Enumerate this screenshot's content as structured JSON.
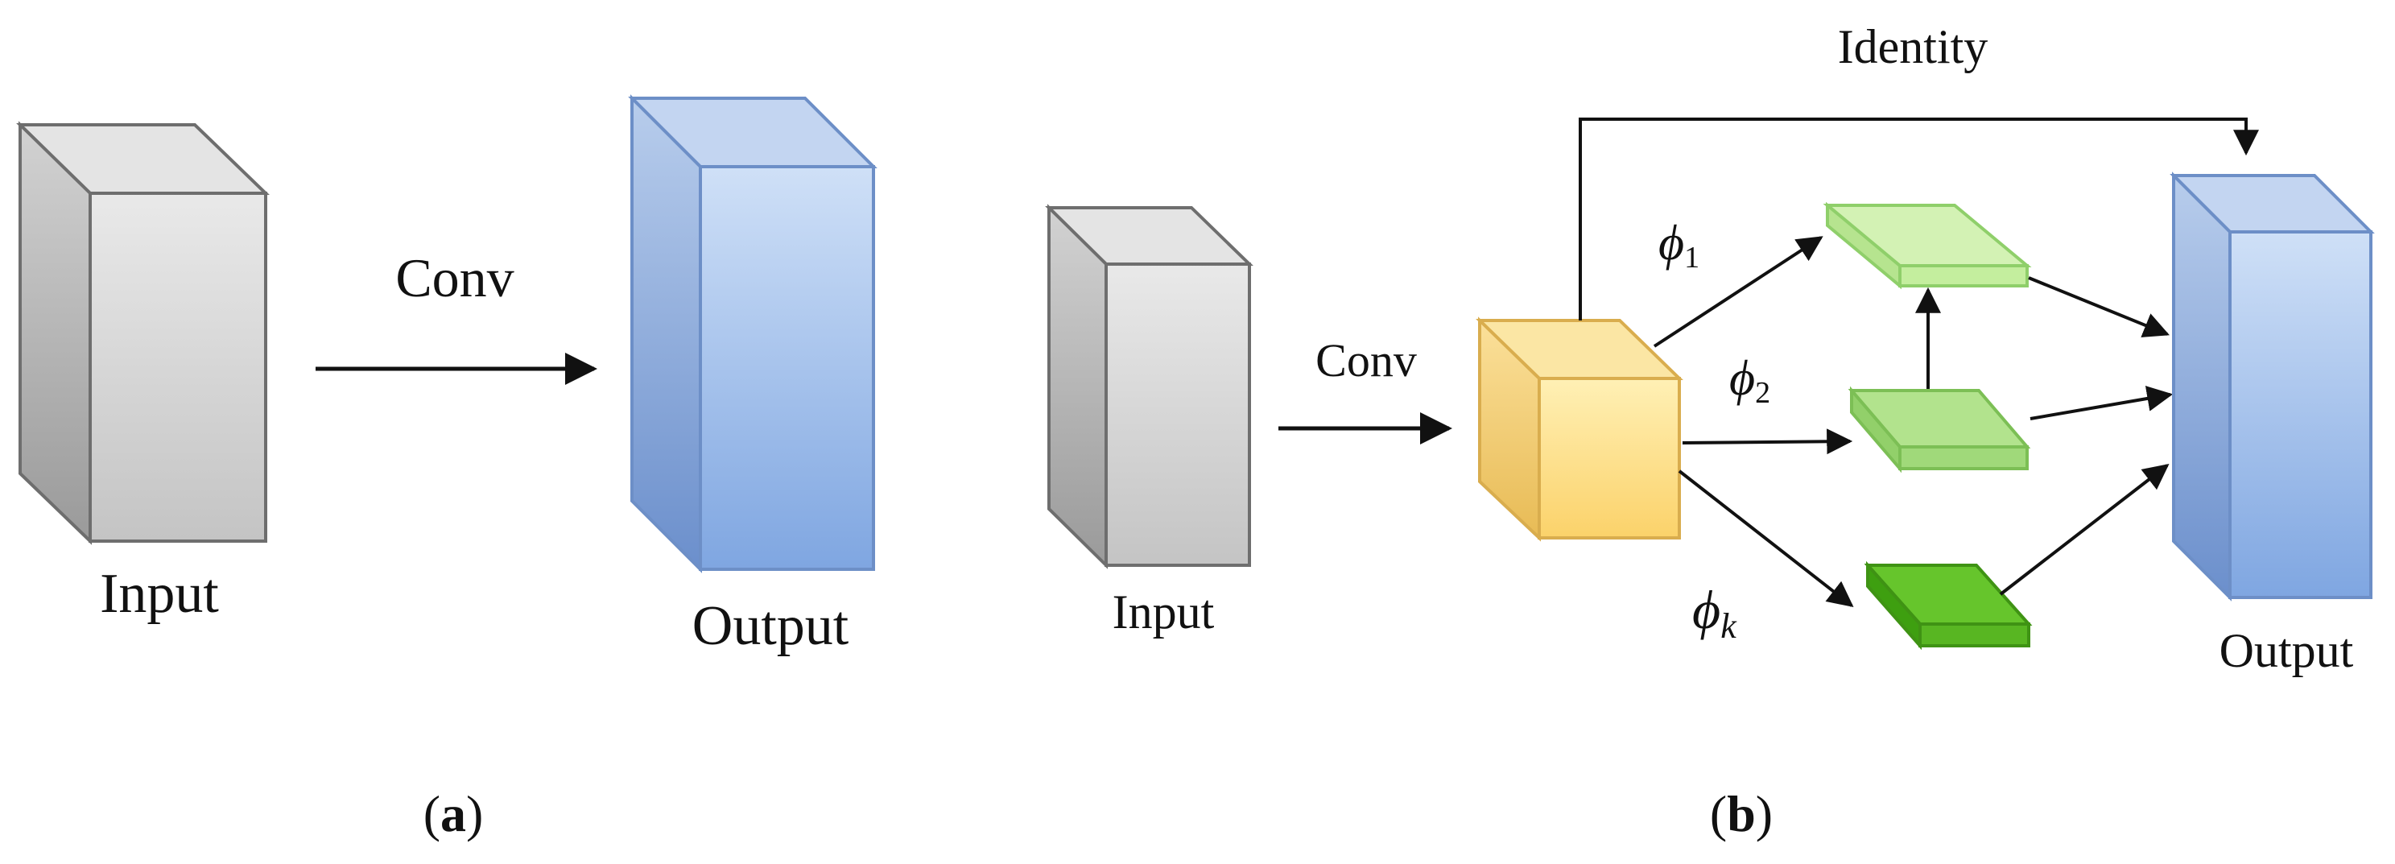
{
  "panel_a": {
    "input_label": "Input",
    "conv_label": "Conv",
    "output_label": "Output",
    "caption_open": "(",
    "caption_letter": "a",
    "caption_close": ")"
  },
  "panel_b": {
    "input_label": "Input",
    "conv_label": "Conv",
    "identity_label": "Identity",
    "phi_symbol": "ϕ",
    "phi_1_sub": "1",
    "phi_2_sub": "2",
    "phi_k_sub": "k",
    "output_label": "Output",
    "caption_open": "(",
    "caption_letter": "b",
    "caption_close": ")"
  },
  "colors": {
    "gray_block": "#d6d6d6",
    "blue_block": "#9db8e6",
    "yellow_block": "#fbd77a",
    "light_green": "#c9f0a6",
    "mid_green": "#9edc7a",
    "dark_green": "#4fae1c",
    "arrow": "#111111"
  }
}
